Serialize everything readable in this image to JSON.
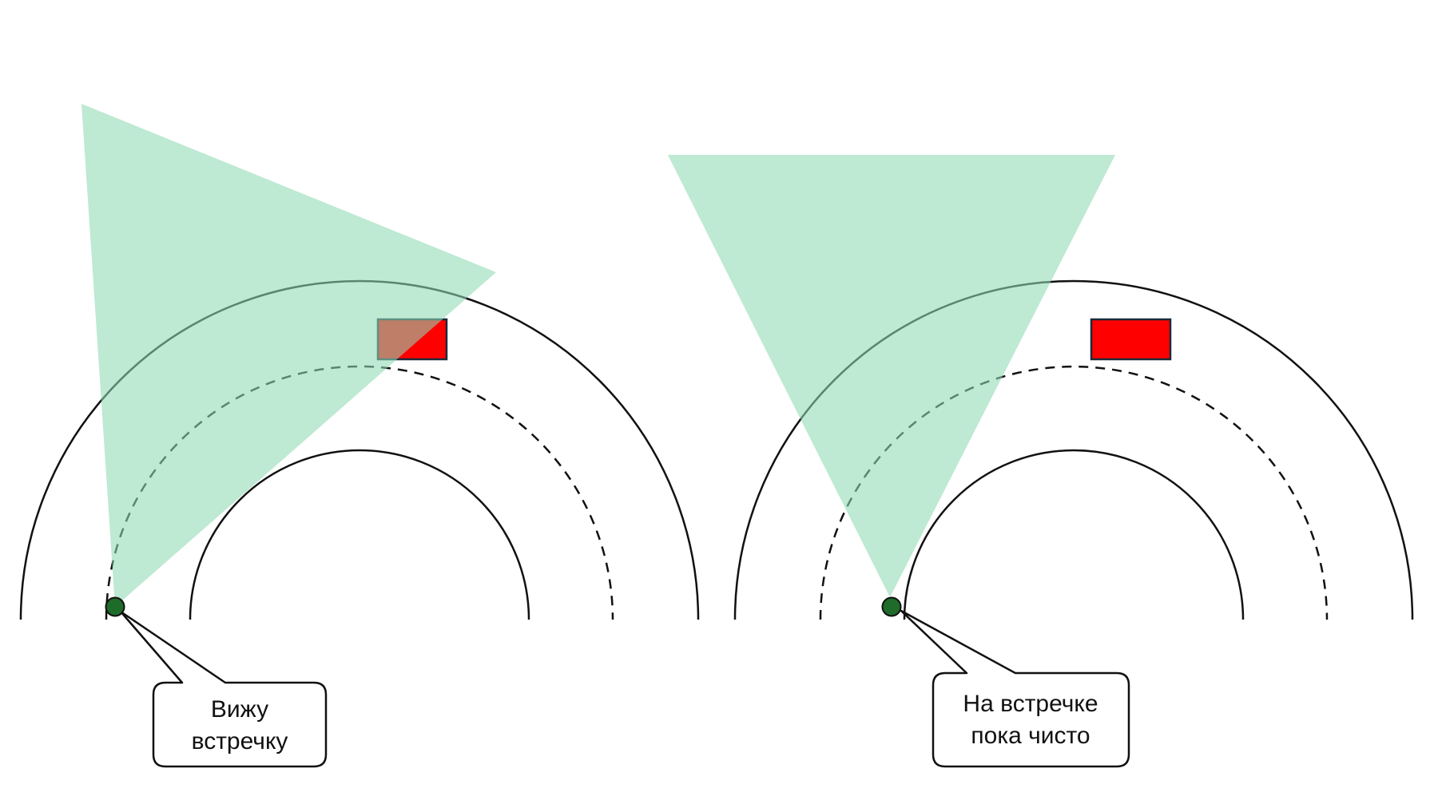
{
  "colors": {
    "background": "#ffffff",
    "view_cone": "#bfead5",
    "oncoming_vehicle": "#ff0000",
    "oncoming_vehicle_stroke": "#1b2b3b",
    "observer": "#1e6b2a",
    "lane_lines": "#111111"
  },
  "panels": [
    {
      "id": "left",
      "callout": {
        "lines": [
          "Вижу",
          "встречку"
        ]
      }
    },
    {
      "id": "right",
      "callout": {
        "lines": [
          "На встречке",
          "пока чисто"
        ]
      }
    }
  ]
}
